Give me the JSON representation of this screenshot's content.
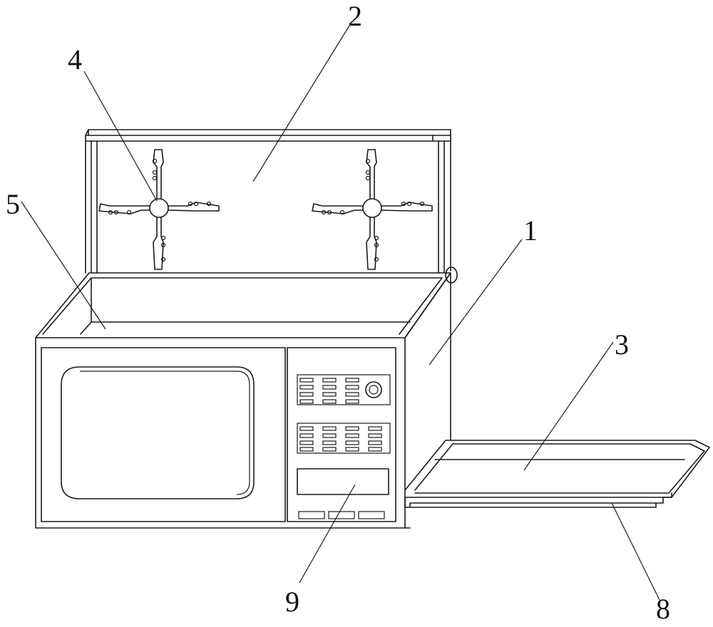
{
  "labels": {
    "l1": "1",
    "l2": "2",
    "l3": "3",
    "l4": "4",
    "l5": "5",
    "l8": "8",
    "l9": "9"
  },
  "colors": {
    "line": "#1a1a1a",
    "background": "#ffffff"
  }
}
